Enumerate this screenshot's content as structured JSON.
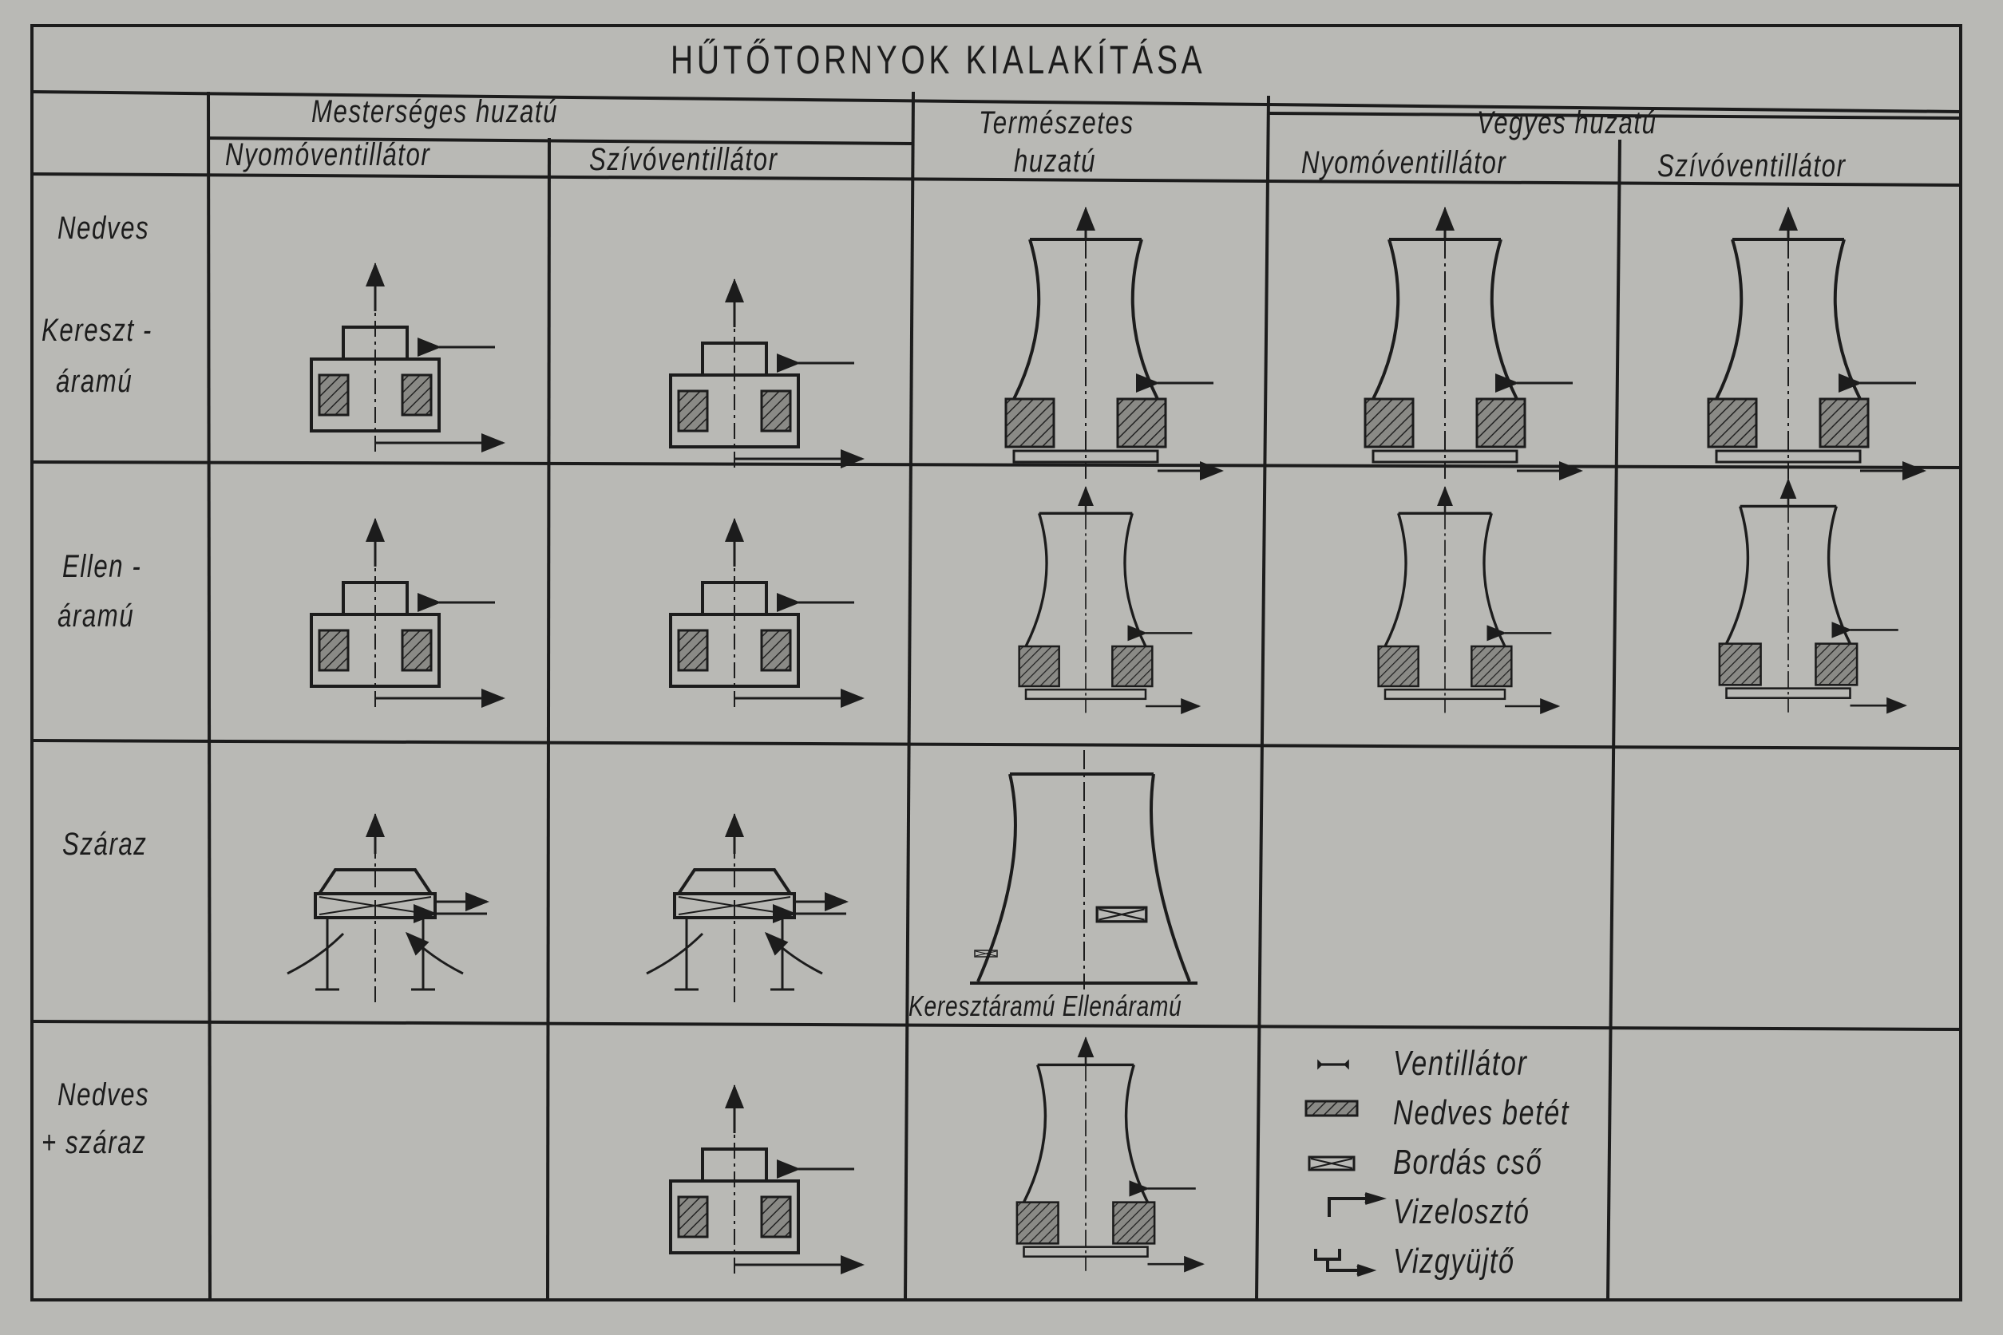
{
  "title": "HŰTŐTORNYOK KIALAKÍTÁSA",
  "column_groups": [
    {
      "label": "Mesterséges huzatú",
      "subcolumns": [
        "Nyomóventillátor",
        "Szívóventillátor"
      ]
    },
    {
      "label": "Természetes huzatú",
      "subcolumns": []
    },
    {
      "label": "Vegyes huzatú",
      "subcolumns": [
        "Nyomóventillátor",
        "Szívóventillátor"
      ]
    }
  ],
  "natural_header": {
    "line1": "Természetes",
    "line2": "huzatú"
  },
  "row_labels": {
    "wet": "Nedves",
    "crossflow": [
      "Kereszt -",
      "áramú"
    ],
    "counterflow": [
      "Ellen -",
      "áramú"
    ],
    "dry": "Száraz",
    "hybrid": [
      "Nedves",
      "+ száraz"
    ]
  },
  "dry_natural_caption": "Keresztáramú Ellenáramú",
  "legend": [
    {
      "icon": "fan-icon",
      "label": "Ventillátor"
    },
    {
      "icon": "wet-fill-icon",
      "label": "Nedves betét"
    },
    {
      "icon": "finned-tube-icon",
      "label": "Bordás cső"
    },
    {
      "icon": "water-distributor-icon",
      "label": "Vizelosztó"
    },
    {
      "icon": "water-collector-icon",
      "label": "Vizgyüjtő"
    }
  ],
  "colors": {
    "paper": "#b9b9b5",
    "ink": "#1c1c1c"
  }
}
